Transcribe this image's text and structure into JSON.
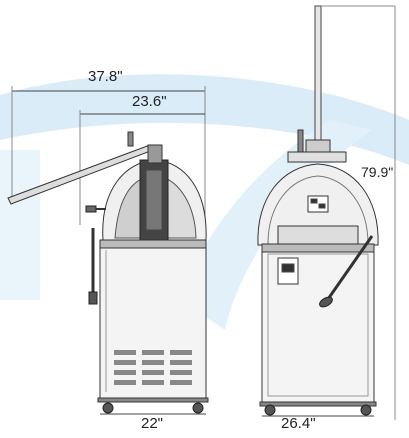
{
  "dimensions": {
    "overall_depth": "37.8\"",
    "depth": "23.6\"",
    "height": "79.9\"",
    "side_base_width": "22\"",
    "front_base_width": "26.4\""
  },
  "colors": {
    "line": "#555555",
    "machine_dark": "#333333",
    "machine_light": "#e8e8e8",
    "watermark": "#d6eaf7"
  }
}
